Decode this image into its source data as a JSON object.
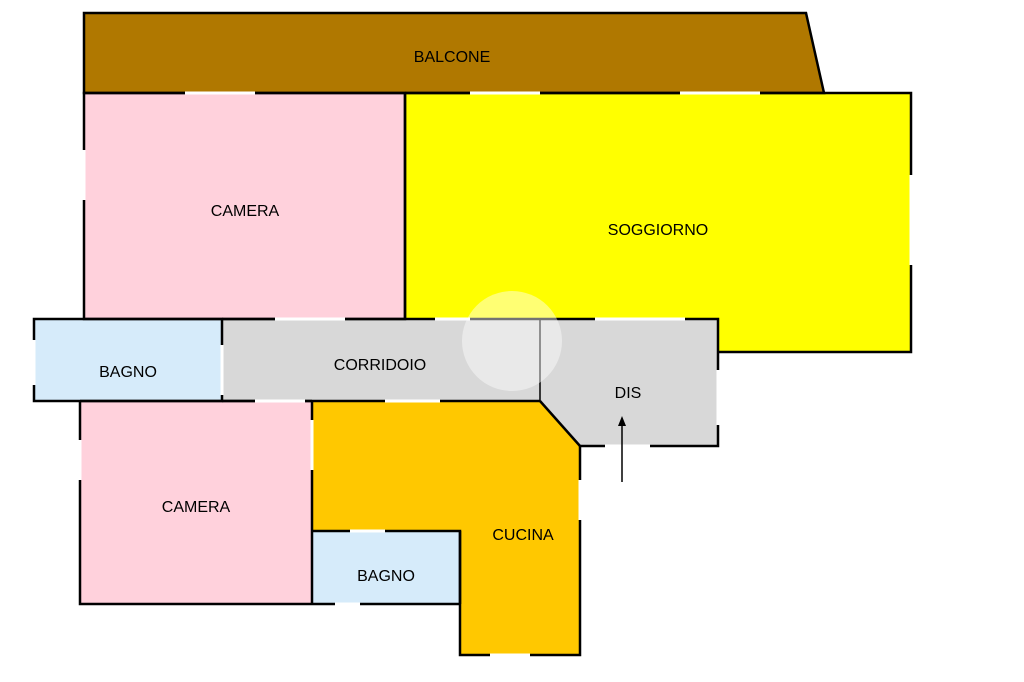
{
  "rooms": {
    "balcone": {
      "label": "BALCONE",
      "color": "#b07800"
    },
    "camera_top": {
      "label": "CAMERA",
      "color": "#ffd1dc"
    },
    "soggiorno": {
      "label": "SOGGIORNO",
      "color": "#ffff00"
    },
    "bagno_left": {
      "label": "BAGNO",
      "color": "#d6ebfa"
    },
    "corridoio": {
      "label": "CORRIDOIO",
      "color": "#d8d8d8"
    },
    "dis": {
      "label": "DIS",
      "color": "#d8d8d8"
    },
    "camera_bottom": {
      "label": "CAMERA",
      "color": "#ffd1dc"
    },
    "cucina": {
      "label": "CUCINA",
      "color": "#ffc800"
    },
    "bagno_bottom": {
      "label": "BAGNO",
      "color": "#d6ebfa"
    }
  },
  "entrance_icon": "up-arrow-icon"
}
